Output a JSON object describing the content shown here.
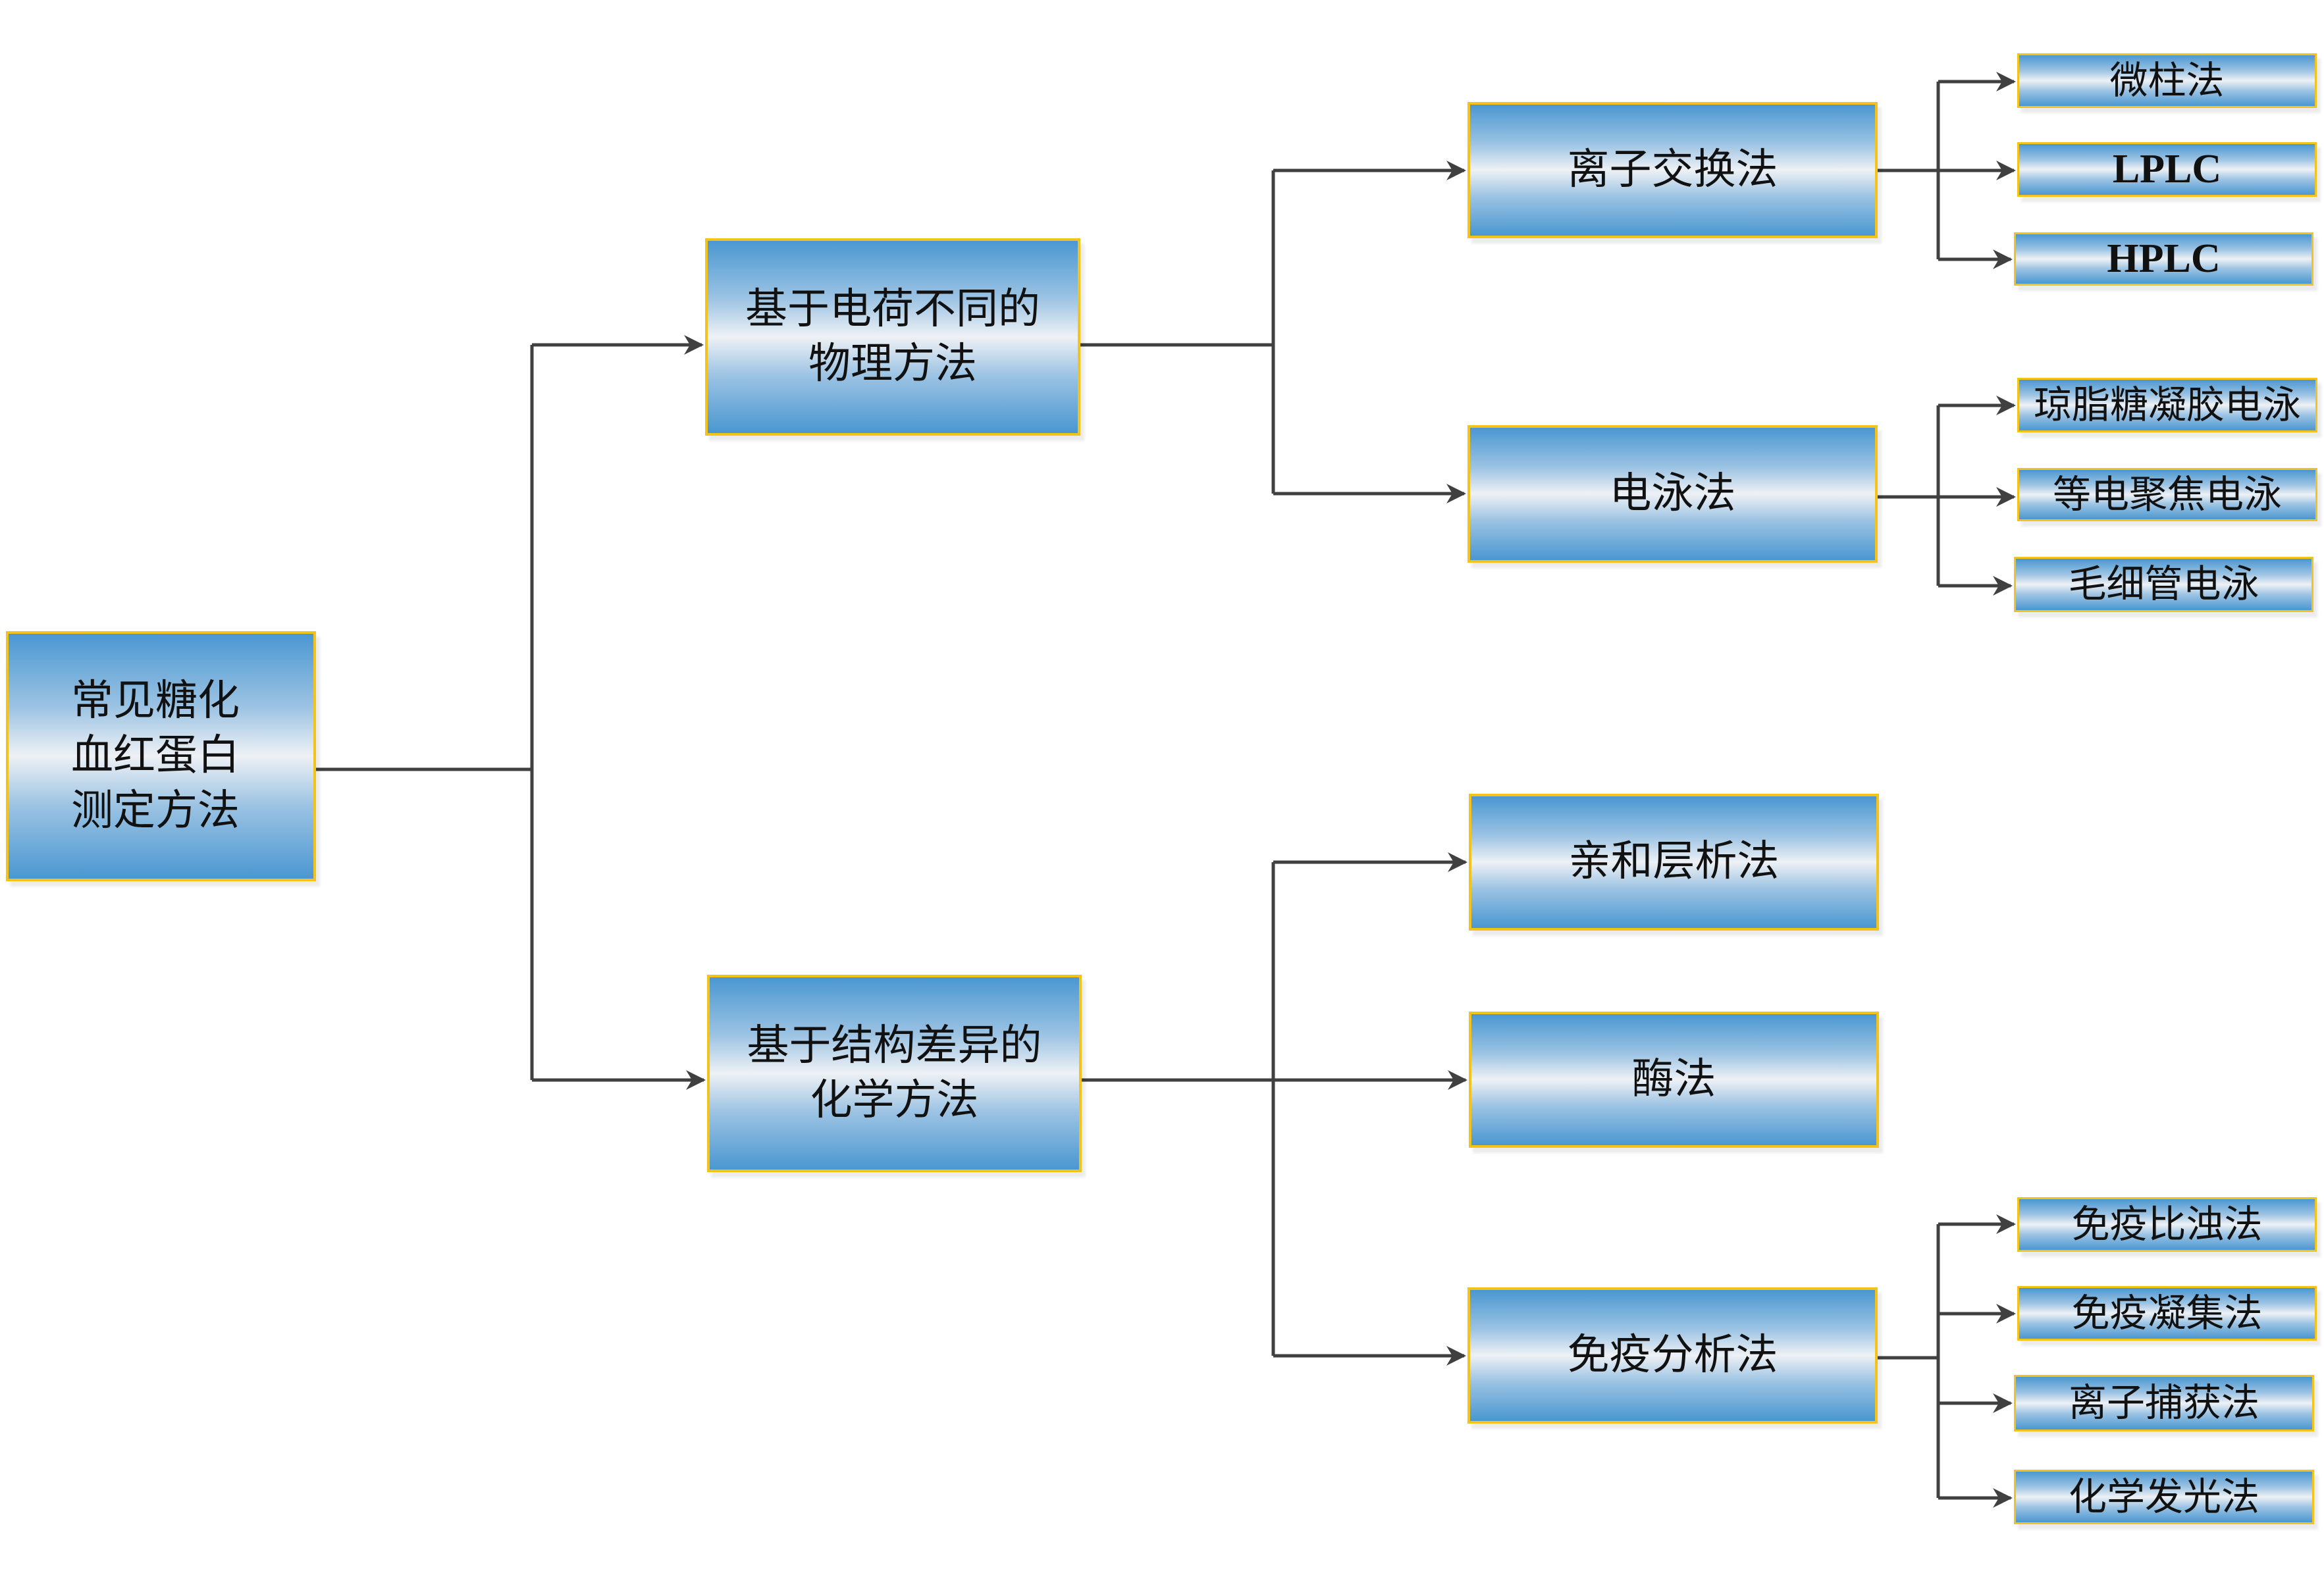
{
  "diagram": {
    "root": {
      "label_lines": [
        "常见糖化",
        "血红蛋白",
        "测定方法"
      ]
    },
    "branches": [
      {
        "label_lines": [
          "基于电荷不同的",
          "物理方法"
        ],
        "children": [
          {
            "label": "离子交换法",
            "leaves": [
              "微柱法",
              "LPLC",
              "HPLC"
            ]
          },
          {
            "label": "电泳法",
            "leaves": [
              "琼脂糖凝胶电泳",
              "等电聚焦电泳",
              "毛细管电泳"
            ]
          }
        ]
      },
      {
        "label_lines": [
          "基于结构差异的",
          "化学方法"
        ],
        "children": [
          {
            "label": "亲和层析法",
            "leaves": []
          },
          {
            "label": "酶法",
            "leaves": []
          },
          {
            "label": "免疫分析法",
            "leaves": [
              "免疫比浊法",
              "免疫凝集法",
              "离子捕获法",
              "化学发光法"
            ]
          }
        ]
      }
    ],
    "colors": {
      "box_gradient_edge": "#4a97d1",
      "box_gradient_center": "#eef1f5",
      "box_border": "#f2c31a",
      "connector": "#404040"
    }
  }
}
